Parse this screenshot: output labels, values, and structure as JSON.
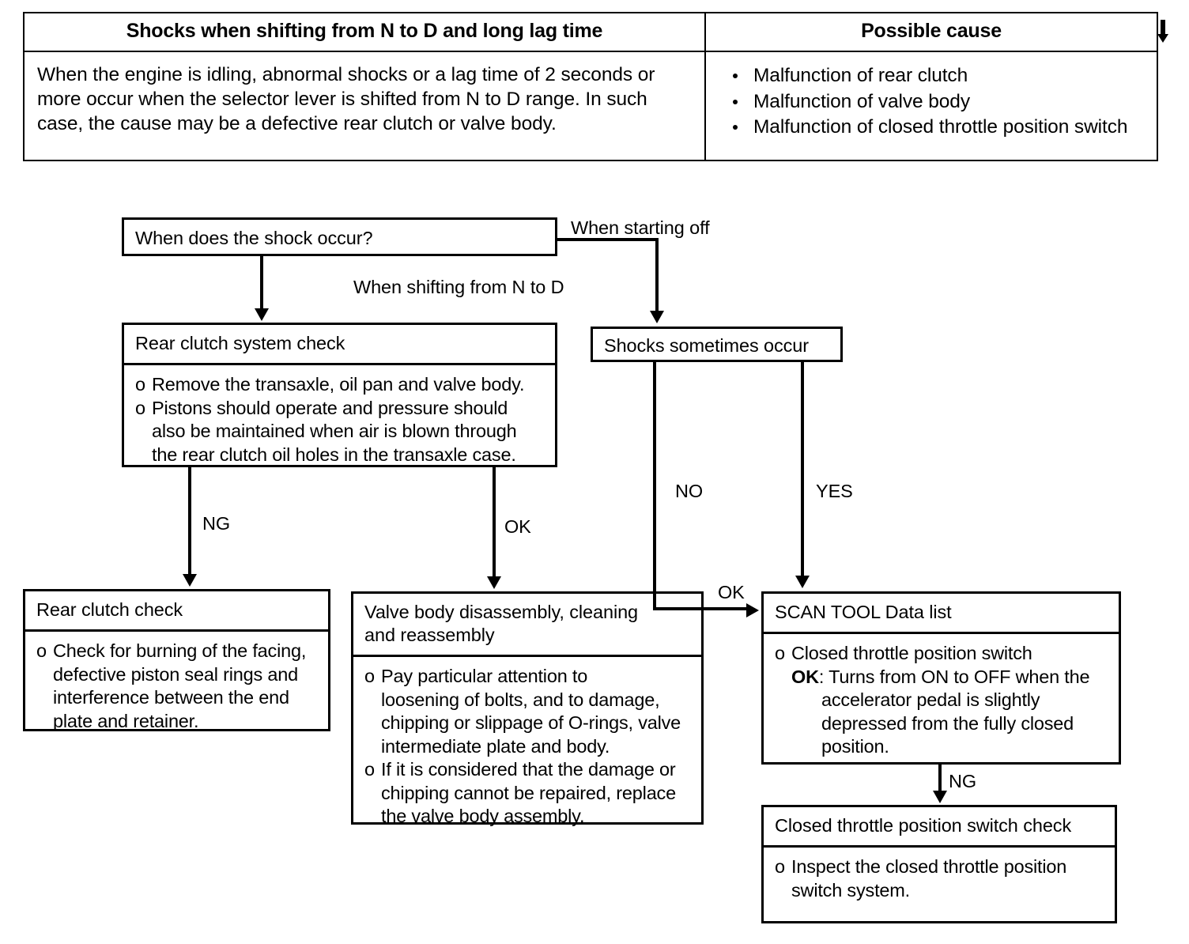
{
  "table": {
    "header_left": "Shocks when shifting from N to D and long lag time",
    "header_right": "Possible cause",
    "description": "When the engine is idling, abnormal shocks or a lag time of 2 seconds or more occur when the selector lever is shifted from N to D range. In such case, the cause may be a defective rear clutch or valve body.",
    "causes": [
      "Malfunction of rear clutch",
      "Malfunction of valve body",
      "Malfunction of closed throttle position switch"
    ]
  },
  "flow": {
    "start": {
      "title": "When does the shock occur?"
    },
    "rear_clutch_system_check": {
      "title": "Rear clutch system check",
      "item1": "Remove the transaxle, oil pan and valve body.",
      "item2_line1": "Pistons should operate and pressure should",
      "item2_line2": "also be maintained when air is blown through",
      "item2_line3": "the rear clutch oil holes in the transaxle case."
    },
    "shocks_sometimes_occur": {
      "title": "Shocks sometimes occur"
    },
    "rear_clutch_check": {
      "title": "Rear clutch check",
      "item1_line1": "Check for burning of the facing,",
      "item1_line2": "defective piston seal rings and",
      "item1_line3": "interference between the end",
      "item1_line4": "plate and retainer."
    },
    "valve_body": {
      "title_line1": "Valve body disassembly, cleaning",
      "title_line2": "and reassembly",
      "item1_line1": "Pay particular attention to",
      "item1_line2": "loosening of bolts, and to damage,",
      "item1_line3": "chipping or slippage of O-rings, valve",
      "item1_line4": "intermediate plate and body.",
      "item2_line1": "If it is considered that the damage or",
      "item2_line2": "chipping cannot be repaired, replace",
      "item2_line3": "the valve body assembly."
    },
    "scan_tool": {
      "title": "SCAN TOOL Data list",
      "item1": "Closed throttle position switch",
      "ok_label": "OK",
      "ok_line1": ": Turns from ON to OFF when the",
      "ok_line2": "accelerator pedal is slightly",
      "ok_line3": "depressed from the fully closed",
      "ok_line4": "position."
    },
    "cts_check": {
      "title": "Closed throttle position switch check",
      "item1_line1": "Inspect the closed throttle position",
      "item1_line2": "switch system."
    },
    "edges": {
      "when_starting_off": "When starting off",
      "when_shifting": "When shifting from N to D",
      "ng_rear_clutch": "NG",
      "ok_valve_body": "OK",
      "no_branch": "NO",
      "yes_branch": "YES",
      "ok_scan_tool": "OK",
      "ng_cts": "NG"
    }
  }
}
